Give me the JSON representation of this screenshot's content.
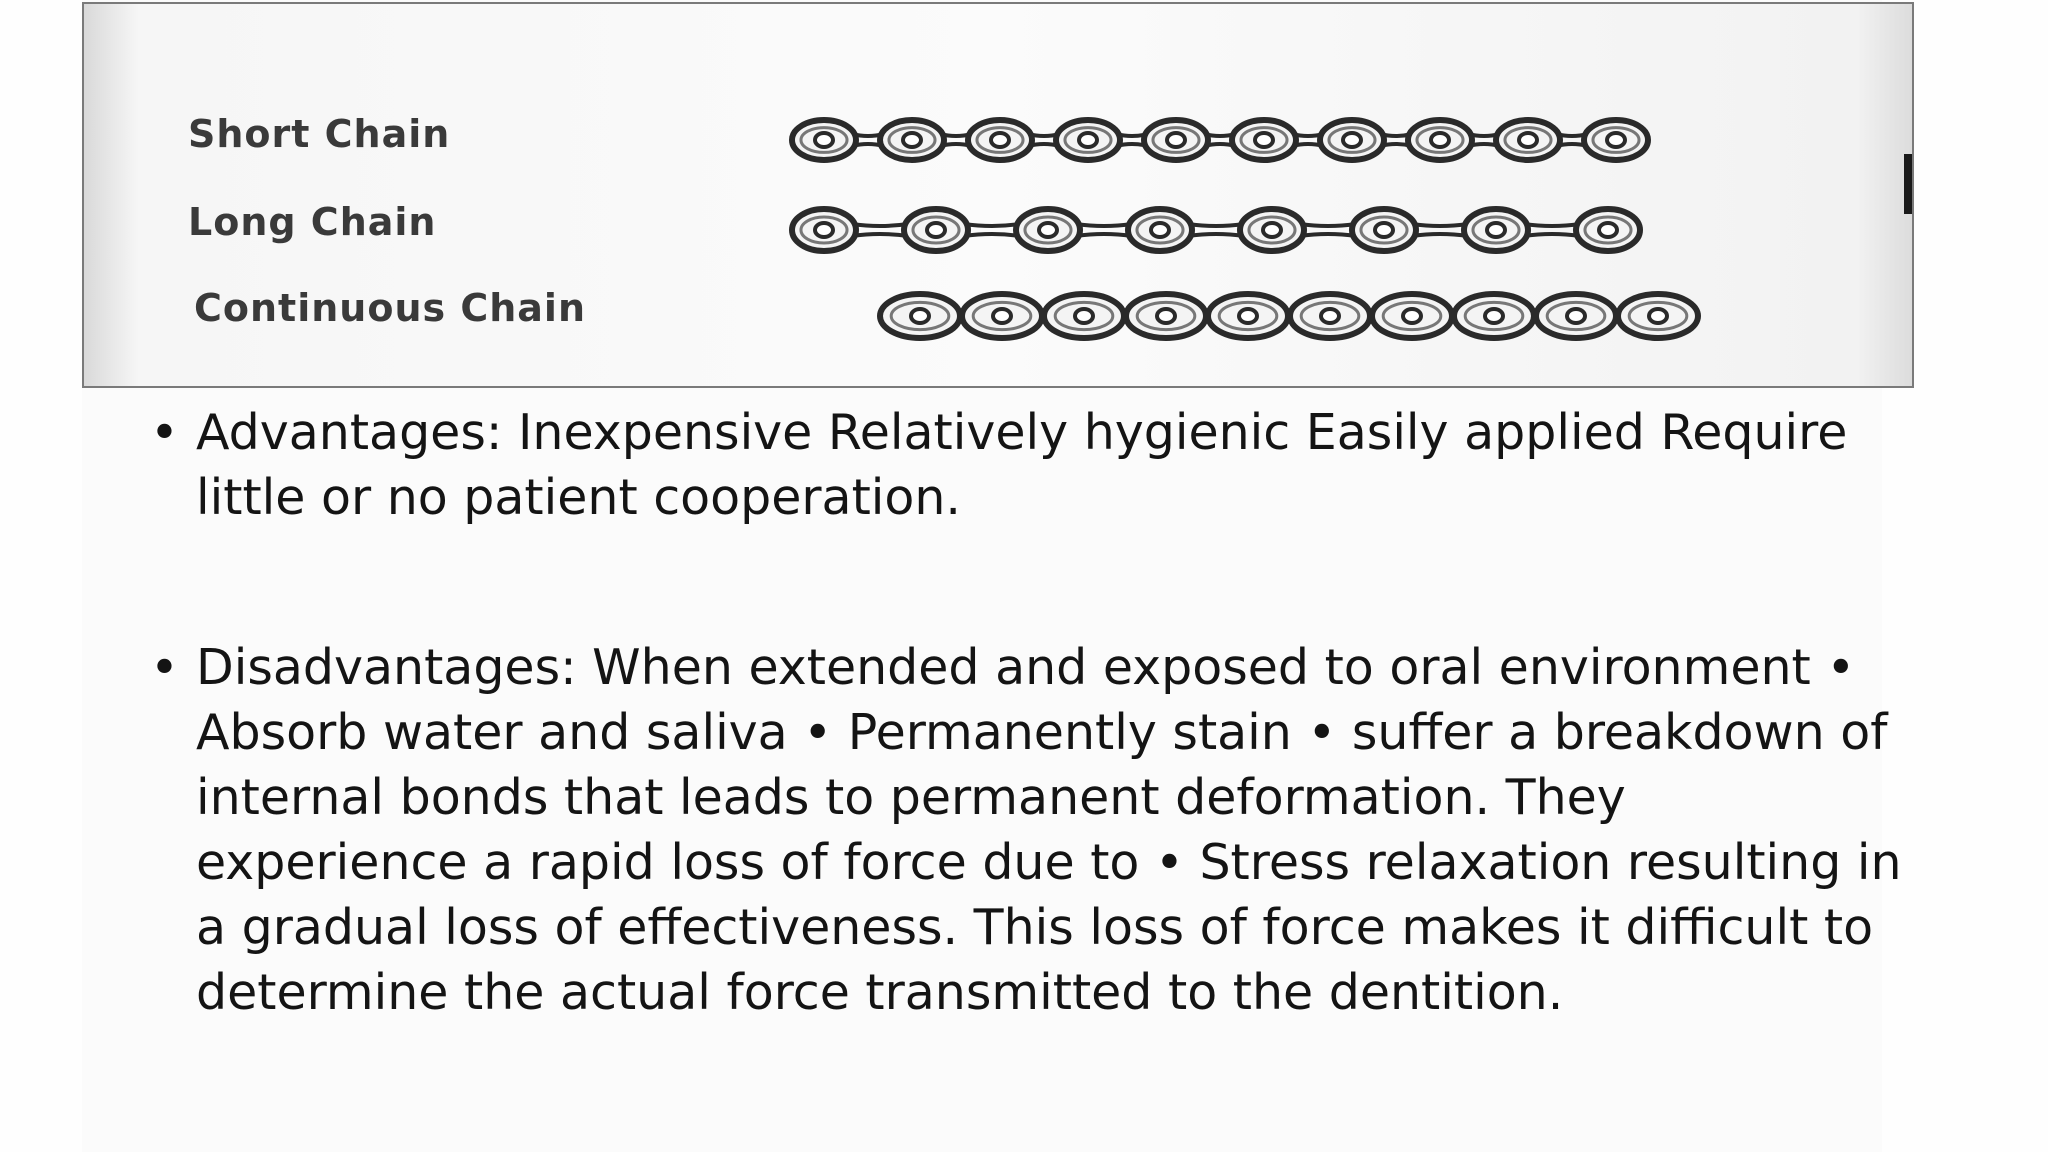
{
  "figure": {
    "labels": {
      "short": "Short Chain",
      "long": "Long Chain",
      "continuous": "Continuous Chain"
    },
    "chains": [
      {
        "type": "short",
        "rings": 10
      },
      {
        "type": "long",
        "rings": 8
      },
      {
        "type": "continuous",
        "rings": 10
      }
    ]
  },
  "bullets": [
    {
      "marker": "•",
      "text": "Advantages: Inexpensive Relatively hygienic Easily applied Require little or no patient cooperation."
    },
    {
      "marker": "•",
      "text": "Disadvantages: When extended and exposed to oral environment • Absorb water and saliva • Permanently stain • suffer a breakdown of internal bonds that leads to permanent deformation. They experience a rapid loss of force due to • Stress relaxation resulting in a gradual loss of effectiveness. This loss of force makes it difficult to determine the actual force transmitted to the dentition."
    }
  ],
  "colors": {
    "text": "#141414",
    "label": "#3a3a3a",
    "chain": "#2a2a2a"
  }
}
